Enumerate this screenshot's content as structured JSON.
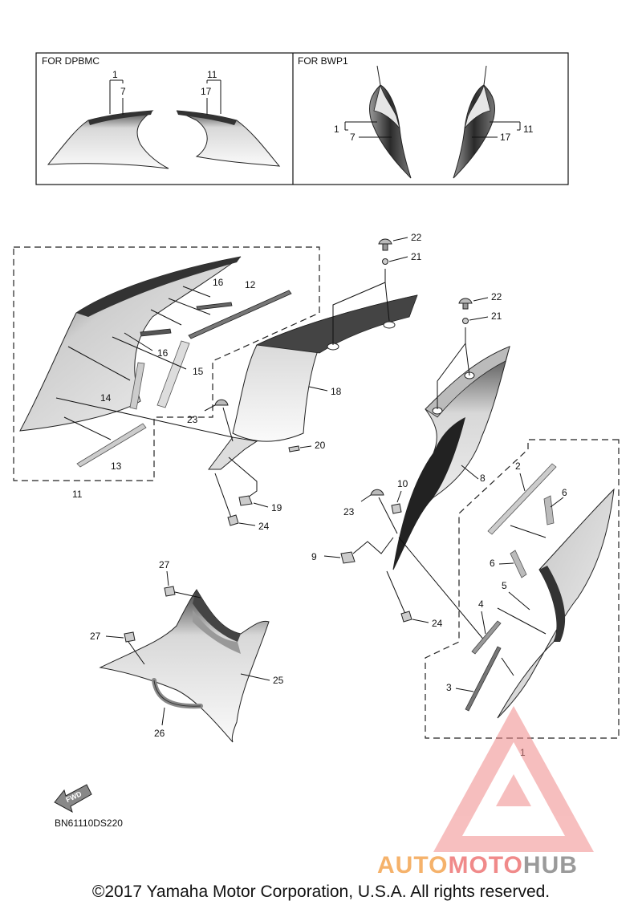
{
  "inset": {
    "left_title": "FOR DPBMC",
    "right_title": "FOR BWP1"
  },
  "callouts": {
    "n1": "1",
    "n2": "2",
    "n3": "3",
    "n4": "4",
    "n5": "5",
    "n6": "6",
    "n7": "7",
    "n8": "8",
    "n9": "9",
    "n10": "10",
    "n11": "11",
    "n12": "12",
    "n13": "13",
    "n14": "14",
    "n15": "15",
    "n16": "16",
    "n17": "17",
    "n18": "18",
    "n19": "19",
    "n20": "20",
    "n21": "21",
    "n22": "22",
    "n23": "23",
    "n24": "24",
    "n25": "25",
    "n26": "26",
    "n27": "27"
  },
  "fwd_label": "FWD",
  "diagram_code": "BN61110DS220",
  "watermark": {
    "part1": "AUTO",
    "part2": "MOTO",
    "part3": "HUB",
    "color1": "#f5b26b",
    "color2": "#f08a8a",
    "color3": "#9a9a9a",
    "logo_color": "#f08a8a"
  },
  "copyright": "©2017 Yamaha Motor Corporation, U.S.A. All rights reserved."
}
